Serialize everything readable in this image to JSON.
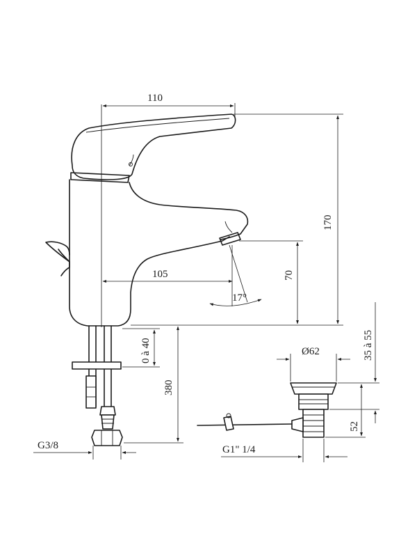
{
  "dimensions": {
    "width_total": "110",
    "height_total": "170",
    "spout_reach": "105",
    "spout_height": "70",
    "spout_angle": "17°",
    "lift_range": "0 à 40",
    "hose_length": "380",
    "inlet_thread": "G3/8",
    "drain_diameter": "Ø62",
    "drain_range": "35 à 55",
    "drain_height": "52",
    "drain_thread": "G1\" 1/4"
  },
  "colors": {
    "line": "#1a1a1a",
    "background": "#ffffff"
  }
}
